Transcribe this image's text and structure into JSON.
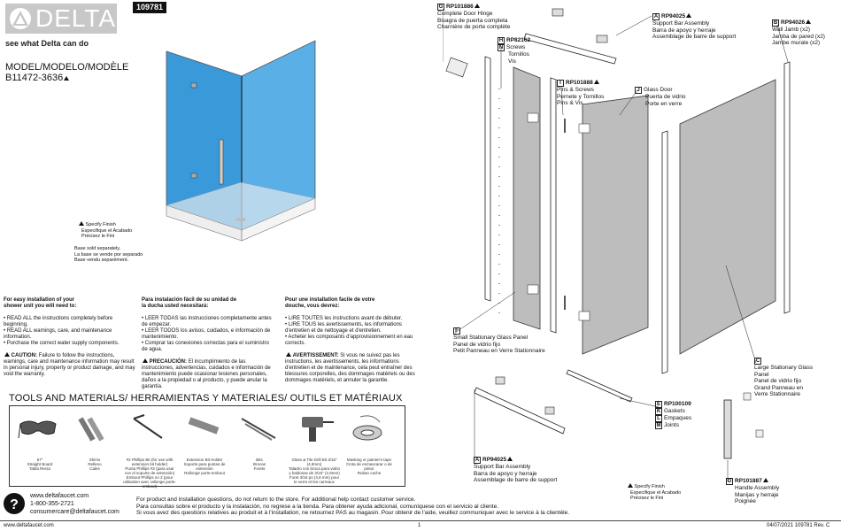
{
  "header": {
    "brand": "DELTA",
    "tagline": "see what Delta can do",
    "doc_number": "109781",
    "model_label": "MODEL/MODELO/MODÈLE",
    "model_number": "B11472-3636"
  },
  "specify_finish": {
    "line1": "Specify Finish",
    "line2": "Especifique el Acabado",
    "line3": "Précisez le Fini"
  },
  "base_note": {
    "line1": "Base sold separately.",
    "line2": "La base se vende por separado",
    "line3": "Base vendu separément."
  },
  "install_en": {
    "title1": "For easy installation of your",
    "title2": "shower unit you will need to:",
    "items": [
      "• READ ALL the instructions completely before beginning.",
      "• READ ALL warnings, care, and maintenance information.",
      "• Purchase the correct water supply components."
    ],
    "caution_label": "CAUTION:",
    "caution_text": "Failure to follow the instructions, warnings, care and maintenance information may result in personal injury, property or product damage, and may void the warranty."
  },
  "install_es": {
    "title1": "Para instalación fácil de su unidad de",
    "title2": "la ducha usted necesitará:",
    "items": [
      "• LEER TODAS las instrucciones completamente antes de empezar.",
      "• LEER TODOS los avisos, cuidados, e información de mantenimiento.",
      "• Comprar las conexiones correctas para el suministro de agua."
    ],
    "caution_label": "PRECAUCIÓN:",
    "caution_text": "El incumplimiento de las instrucciones, advertencias, cuidados e información de mantenimiento puede ocasionar lesiones personales, daños a la propiedad o al producto, y puede anular la garantía."
  },
  "install_fr": {
    "title1": "Pour une installation facile de votre",
    "title2": "douche, vous devrez:",
    "items": [
      "• LIRE TOUTES les instructions avant de débuter.",
      "• LIRE TOUS les avertissements, les informations d'entretien et de nettoyage et d'entretien.",
      "• Acheter les composants d'approvisionnement en eau corrects."
    ],
    "caution_label": "AVERTISSEMENT:",
    "caution_text": "Si vous ne suivez pas les instructions, les avertissements, les informations d'entretien et de maintenance, cela peut entraîner des blessures corporelles, des dommages matériels ou des dommages matériels, et annuler la garantie."
  },
  "tools": {
    "title": "TOOLS AND MATERIALS/ HERRAMIENTAS Y MATERIALES/ OUTILS ET MATÉRIAUX",
    "items": [
      {
        "icon": "safety-glasses-icon",
        "label": "57\"\nStraight Board\nTabla Recta"
      },
      {
        "icon": "screws-icon",
        "label": "Shims\nRelleno\nCales"
      },
      {
        "icon": "screwdriver-icon",
        "label": "#2 Phillips Bit (for use with extension bit holder)\nPunta Phillips #2 (para usar con el soporte de extensión)\nEmbout Phillips no 2 (pour utilisation avec rallonge porte-embout)"
      },
      {
        "icon": "extension-bit-icon",
        "label": "Extension Bit Holder\nSoporte para puntas de extensión\nRallonge porte-embout"
      },
      {
        "icon": "drill-bits-icon",
        "label": "Bits\nBrocas\nForets"
      },
      {
        "icon": "drill-icon",
        "label": "Glass & Tile Drill Bit 3/16\" (4.8mm)\nTaladro con broca para vidrio y baldosas de 3/16\" (4.8mm)\nForet 3/16 po (4,8 mm) pour le verre et les carreaux"
      },
      {
        "icon": "tape-icon",
        "label": "Masking or painter's tape\nCinta de enmascarar o de pintor\nRuban cache"
      }
    ]
  },
  "footer": {
    "website": "www.deltafaucet.com",
    "phone": "1-800-355-2721",
    "email": "consumercare@deltafaucet.com",
    "line1": "For product and installation questions, do not return to the store. For additional help contact customer service.",
    "line2": "Para consultas sobre el producto y la instalación, no regrese a la tienda. Para obtener ayuda adicional, comuníquese con el servicio al cliente.",
    "line3": "Si vous avez des questions relatives au produit et à l'installation, ne retournez PAS au magasin. Pour obtenir de l'aide, veuillez communiquer avec le service à la clientèle.",
    "bottom_website": "www.deltafaucet.com",
    "page": "1",
    "date_rev": "04/07/2021   109781 Rev. C"
  },
  "parts": [
    {
      "letter": "G",
      "number": "RP101886",
      "lines": [
        "Complete Door Hinge",
        "Bisagra de puerta completa",
        "Charnière de porte complète"
      ]
    },
    {
      "letter": "A",
      "number": "RP94025",
      "lines": [
        "Support Bar Assembly",
        "Barra de apoyo y herraje",
        "Assemblage de barre de support"
      ]
    },
    {
      "letter": "B",
      "number": "RP94026",
      "lines": [
        "Wall Jamb (x2)",
        "Jamba de pared (x2)",
        "Jambe murale (x2)"
      ]
    },
    {
      "letter": "H",
      "letter2": "N",
      "number": "RP82162",
      "lines": [
        "Screws",
        "Tornillos",
        "Vis"
      ]
    },
    {
      "letter": "I",
      "number": "RP101888",
      "lines": [
        "Pins & Screws",
        "Pernete y Tornillos",
        "Pins & Vis"
      ]
    },
    {
      "letter": "J",
      "number": "",
      "lines": [
        "Glass Door",
        "Puerta de vidrio",
        "Porte en verre"
      ]
    },
    {
      "letter": "F",
      "number": "",
      "lines": [
        "Small Stationary Glass Panel",
        "Panel de vidrio fijo",
        "Petit Panneau en Verre Stationnaire"
      ]
    },
    {
      "letter": "C",
      "number": "",
      "lines": [
        "Large Stationary Glass",
        "Panel",
        "Panel de vidrio fijo",
        "Grand Panneau en",
        "Verre Stationnaire"
      ]
    },
    {
      "letter": "E",
      "letter2": "K",
      "letter3": "L",
      "letter4": "M",
      "number": "RP100109",
      "lines": [
        "Gaskets",
        "Empaques",
        "Joints"
      ]
    },
    {
      "letter": "A",
      "number": "RP94025",
      "lines": [
        "Support Bar Assembly",
        "Barra de apoyo y herraje",
        "Assemblage de barre de support"
      ]
    },
    {
      "letter": "D",
      "number": "RP101887",
      "lines": [
        "Handle Assembly",
        "Manijas y herraje",
        "Poignée"
      ]
    }
  ]
}
